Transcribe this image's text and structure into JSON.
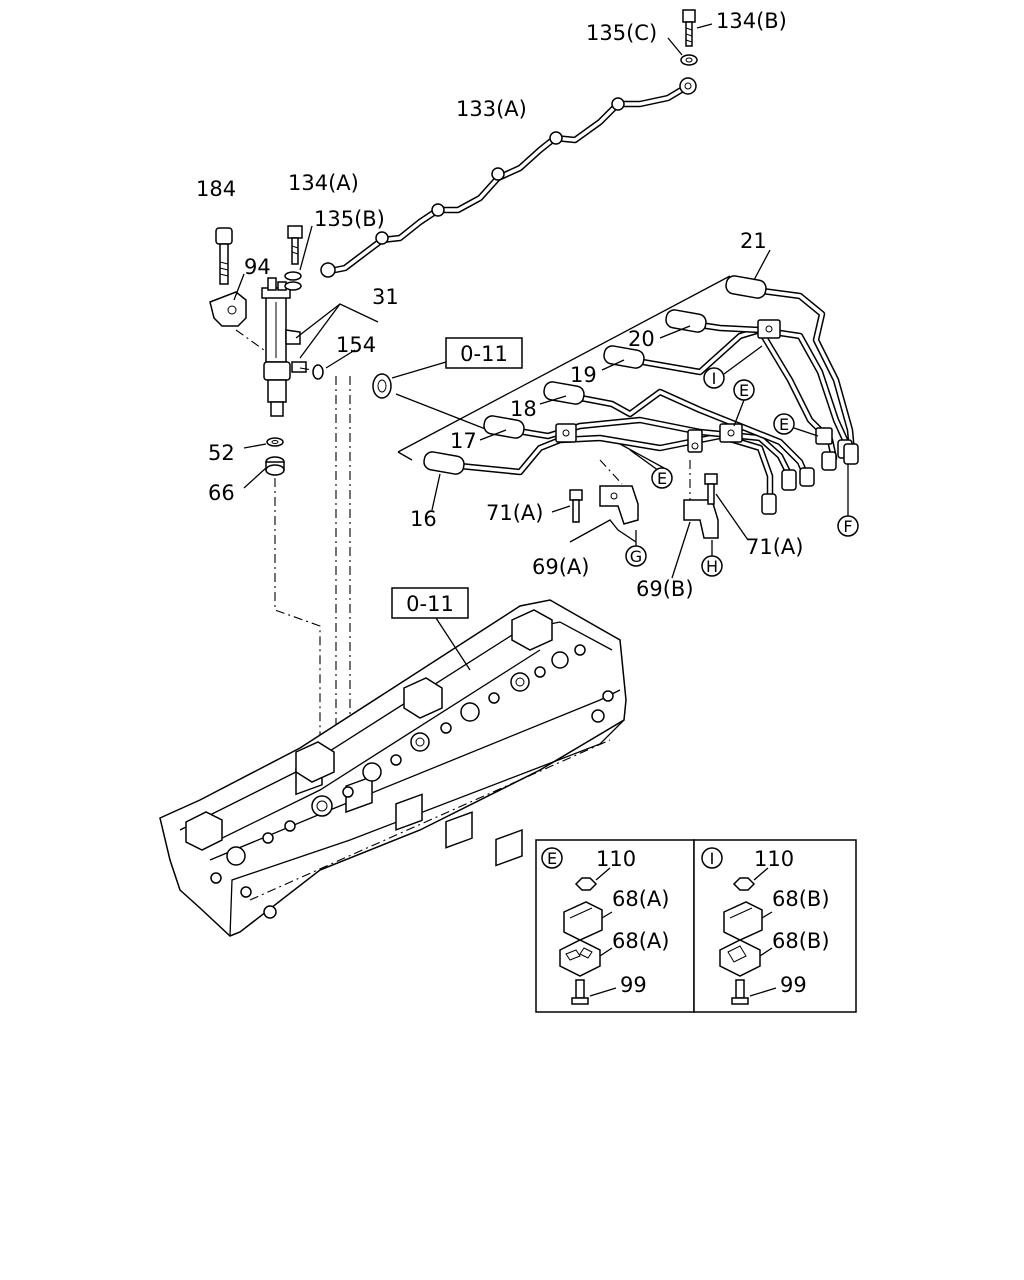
{
  "labels": {
    "p184": "184",
    "p134a": "134(A)",
    "p135b": "135(B)",
    "p94": "94",
    "p31": "31",
    "p154": "154",
    "p52": "52",
    "p66": "66",
    "p133a": "133(A)",
    "p135c": "135(C)",
    "p134b": "134(B)",
    "p21": "21",
    "p20": "20",
    "p19": "19",
    "p18": "18",
    "p17": "17",
    "p16": "16",
    "p71a_left": "71(A)",
    "p71a_right": "71(A)",
    "p69a": "69(A)",
    "p69b": "69(B)",
    "ref_box_top": "0-11",
    "ref_box_head": "0-11"
  },
  "callouts": {
    "i_pipe": "I",
    "e_bracket": "E",
    "e_right": "E",
    "e_clamp": "E",
    "g_tag": "G",
    "h_tag": "H",
    "f_tag": "F"
  },
  "detail_boxes": [
    {
      "callout": "E",
      "items": [
        "110",
        "68(A)",
        "68(A)",
        "99"
      ]
    },
    {
      "callout": "I",
      "items": [
        "110",
        "68(B)",
        "68(B)",
        "99"
      ]
    }
  ]
}
